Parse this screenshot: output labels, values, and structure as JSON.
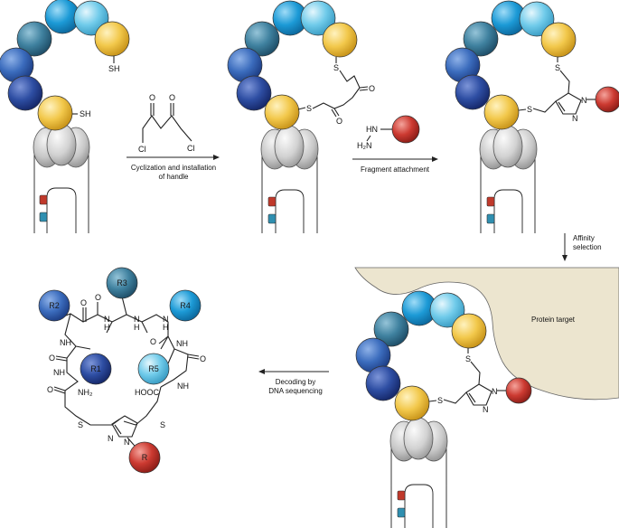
{
  "colors": {
    "bead_palette": [
      "#2b4d9c",
      "#3a67b8",
      "#3c7f9e",
      "#1c9ad6",
      "#5ec3e6",
      "#f1c84a"
    ],
    "fragment": "#c83a32",
    "pole": "#d4d4d4",
    "protein": "#ece5cf",
    "dna_red": "#c0392b",
    "dna_blue": "#2f8fb0"
  },
  "step1": {
    "sh_top": "SH",
    "sh_bottom": "SH"
  },
  "reagent": {
    "o_left": "O",
    "o_right": "O",
    "cl_left": "Cl",
    "cl_right": "Cl"
  },
  "arrow1": {
    "line1": "Cyclization and installation",
    "line2": "of handle"
  },
  "step2": {
    "s_top": "S",
    "s_bottom": "S",
    "o_top": "O",
    "o_bottom": "O"
  },
  "hydrazine": {
    "hn": "HN",
    "h2n": "H₂N"
  },
  "arrow2": {
    "label": "Fragment attachment"
  },
  "step3": {
    "s_top": "S",
    "s_bottom": "S",
    "n_ring": "N",
    "n_ring2": "N"
  },
  "arrow3": {
    "line1": "Affinity",
    "line2": "selection"
  },
  "step4": {
    "protein_label": "Protein target",
    "s_top": "S",
    "s_bottom": "S",
    "n_ring": "N",
    "n_ring2": "N"
  },
  "arrow4": {
    "line1": "Decoding by",
    "line2": "DNA sequencing"
  },
  "product": {
    "beads": {
      "r1": "R1",
      "r2": "R2",
      "r3": "R3",
      "r4": "R4",
      "r5": "R5",
      "r": "R"
    },
    "atoms": {
      "o1": "O",
      "o2": "O",
      "o3": "O",
      "o4": "O",
      "o5": "O",
      "o6": "O",
      "nh1": "NH",
      "nh2": "N",
      "nh3": "N",
      "nh4": "NH",
      "nh5": "N",
      "nh6": "NH",
      "nh7": "NH",
      "nh2_term": "NH₂",
      "cooh": "HOOC",
      "s_left": "S",
      "s_right": "S",
      "n_py1": "N",
      "n_py2": "N",
      "h1": "H",
      "h2": "H",
      "h3": "H"
    }
  }
}
